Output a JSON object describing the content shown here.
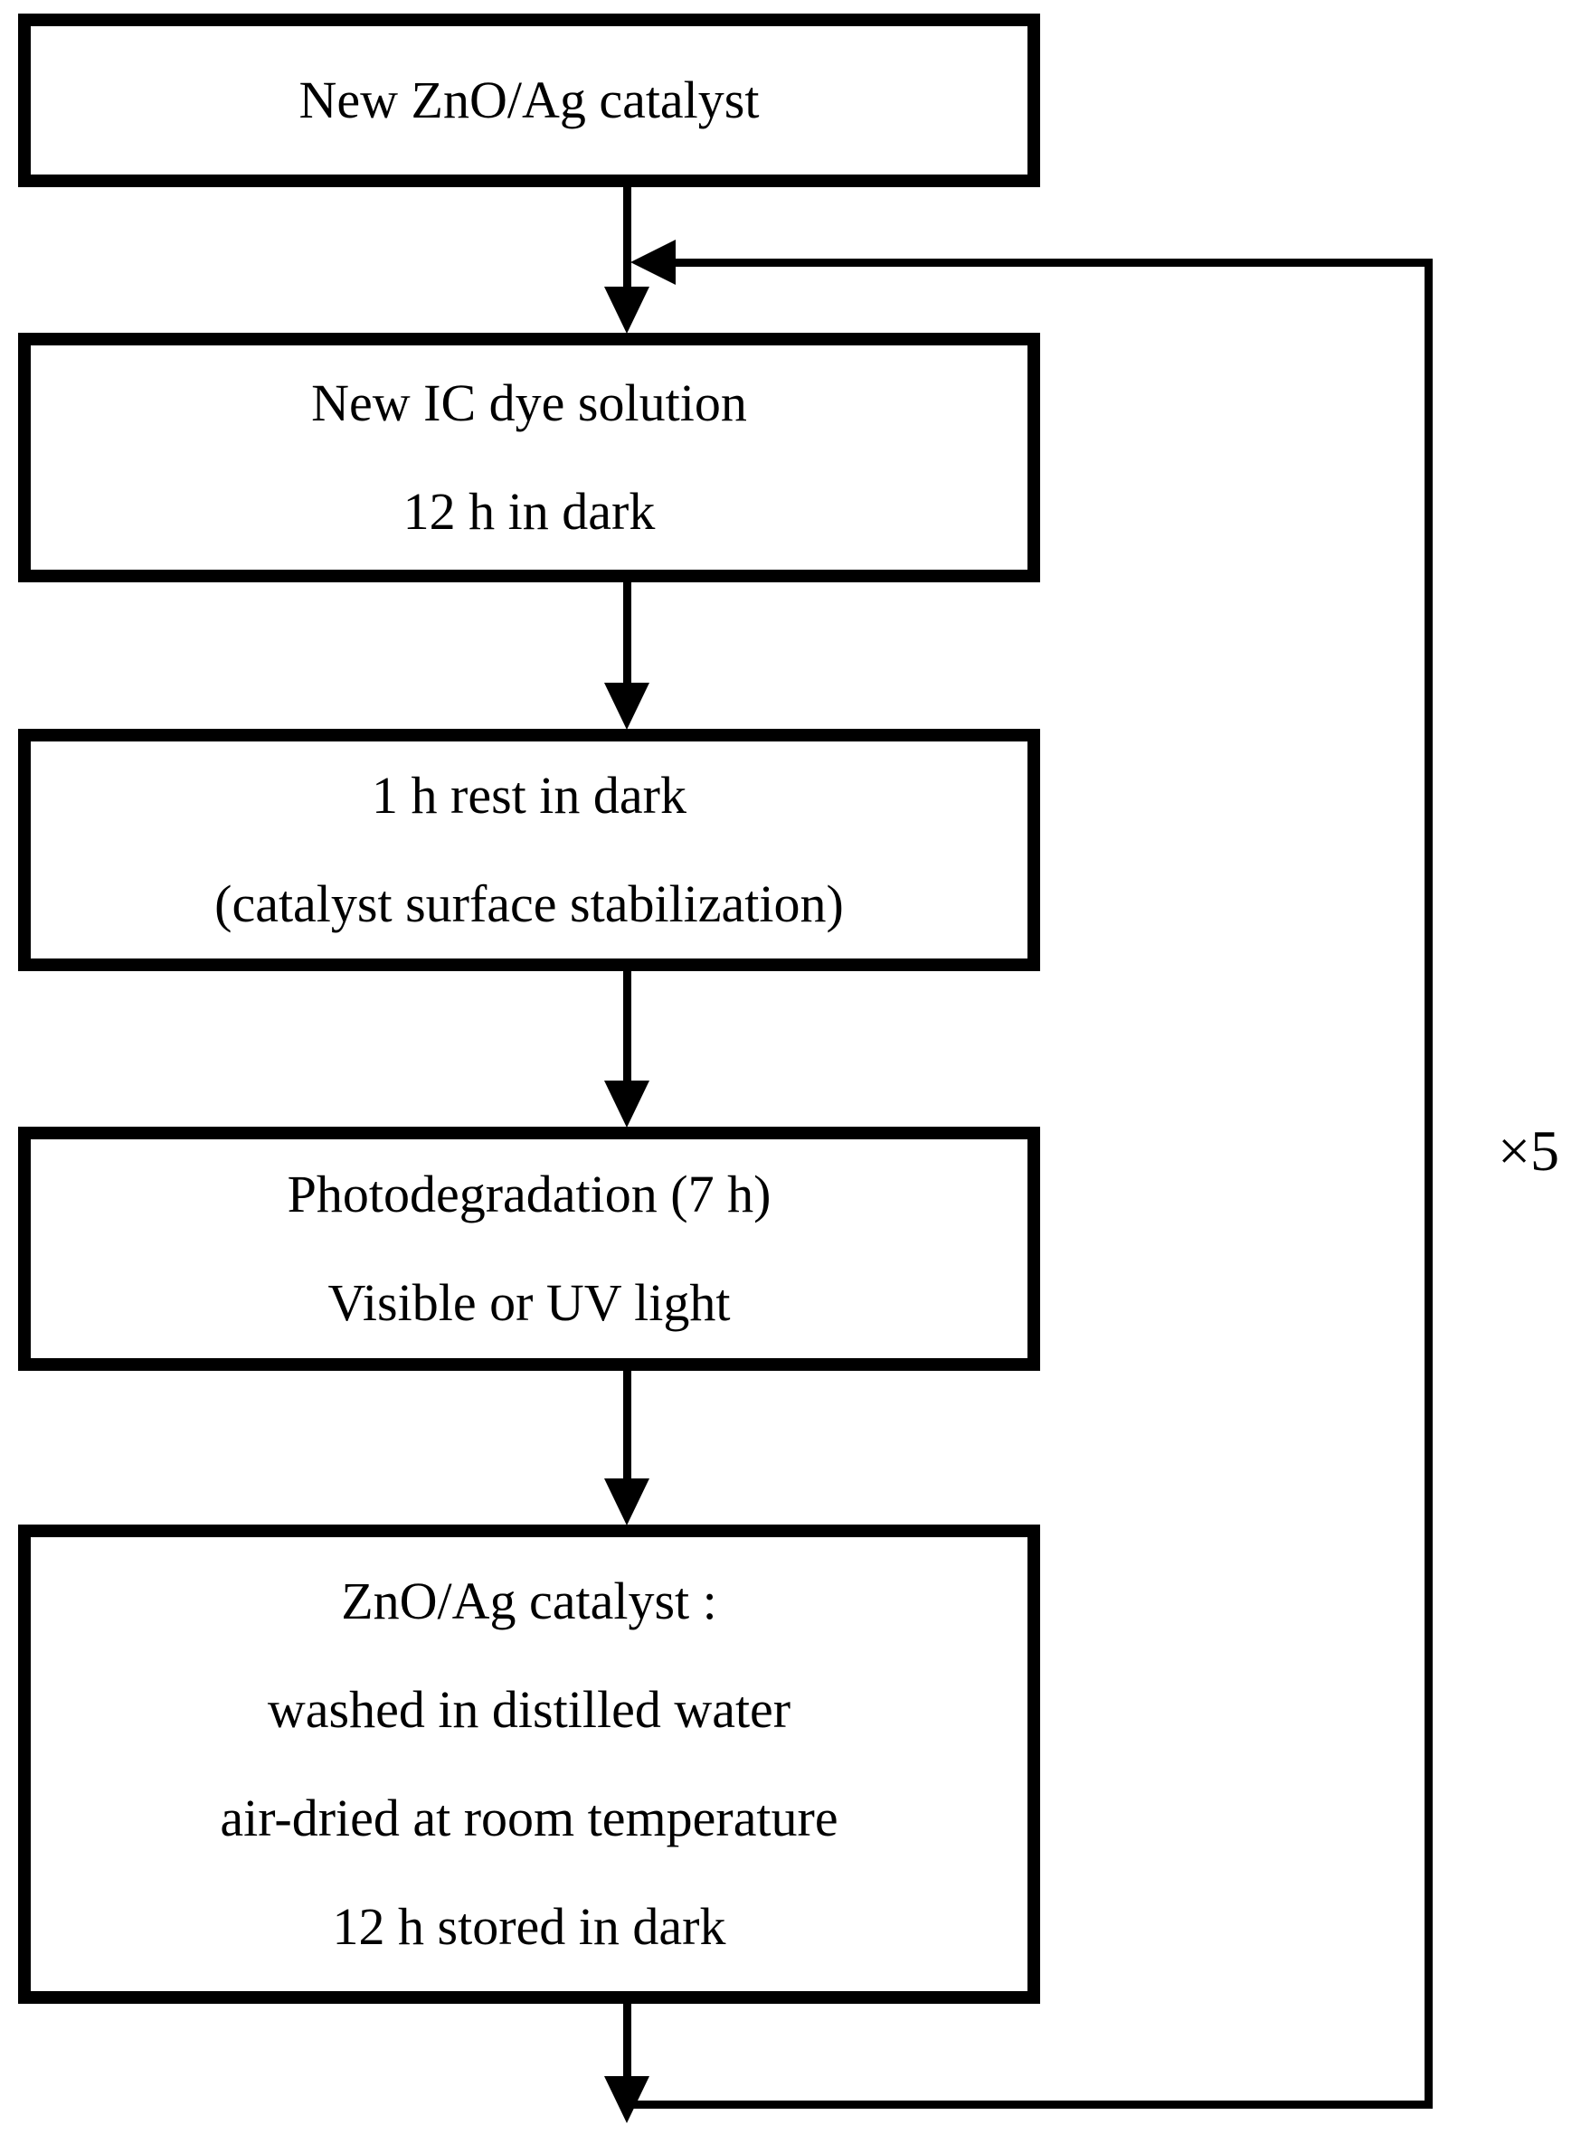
{
  "page": {
    "background_color": "#ffffff",
    "line_color": "#000000",
    "text_color": "#000000"
  },
  "flow": {
    "type": "flowchart",
    "direction": "top-down",
    "nodes": [
      {
        "id": "node-1",
        "lines": [
          "New ZnO/Ag catalyst"
        ]
      },
      {
        "id": "node-2",
        "lines": [
          "New IC dye solution",
          "12 h in dark"
        ]
      },
      {
        "id": "node-3",
        "lines": [
          "1 h rest in dark",
          "(catalyst surface stabilization)"
        ]
      },
      {
        "id": "node-4",
        "lines": [
          "Photodegradation (7 h)",
          "Visible or UV light"
        ]
      },
      {
        "id": "node-5",
        "lines": [
          "ZnO/Ag catalyst :",
          "washed in distilled water",
          "air-dried at room temperature",
          "12 h stored in dark"
        ]
      }
    ],
    "edges": [
      {
        "from": "node-1",
        "to": "node-2"
      },
      {
        "from": "node-2",
        "to": "node-3"
      },
      {
        "from": "node-3",
        "to": "node-4"
      },
      {
        "from": "node-4",
        "to": "node-5"
      },
      {
        "from": "node-5",
        "to": "exit-bottom"
      },
      {
        "from": "node-5",
        "to": "node-2",
        "kind": "loop-return",
        "label": "×5"
      }
    ],
    "loop": {
      "label": "×5"
    }
  }
}
